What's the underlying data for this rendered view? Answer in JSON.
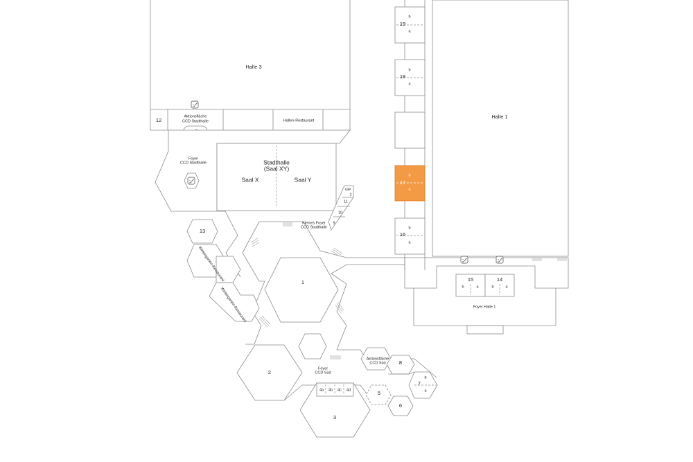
{
  "highlight_color": "#f39a45",
  "halls": {
    "halle3": "Halle 3",
    "halle1": "Halle 1"
  },
  "rooms": {
    "r12": "12",
    "aktionsflaeche_stadthalle": [
      "Aktionsfläche",
      "CCD Stadthalle"
    ],
    "hallen_restaurant": "Hallen-Restaurant",
    "bar": "Bar",
    "foyer_stadthalle": [
      "Foyer",
      "CCD Stadthalle"
    ],
    "stadthalle": [
      "Stadthalle",
      "(Saal XY)"
    ],
    "saal_x": "Saal X",
    "saal_y": "Saal Y",
    "vip": "VIP",
    "r2": "2",
    "r11": "11",
    "r10": "10",
    "r9": "9",
    "kleines_foyer": [
      "Kleines Foyer",
      "CCD Stadthalle"
    ],
    "r13": "13",
    "wintergarten_1": "Wintergarten-Restaurant",
    "wintergarten_2": "Wintergarten-Restaurant",
    "r1": "1",
    "r2_south": "2",
    "foyer_sued": [
      "Foyer",
      "CCD Süd"
    ],
    "aktionsflaeche_sued": [
      "Aktionsfläche",
      "CCD Süd"
    ],
    "r3": "3",
    "r4a": "4a",
    "r4b": "4b",
    "r4c": "4c",
    "r4d": "4d",
    "r5": "5",
    "r6": "6",
    "r7": "7",
    "r8": "8",
    "r19": "19",
    "r18": "18",
    "r17": "17",
    "r16": "16",
    "r15": "15",
    "r14": "14",
    "foyer_halle1": "Foyer Halle 1",
    "sub_a": "a",
    "sub_b": "b"
  },
  "icons": {
    "escalator": "escalator-icon"
  }
}
